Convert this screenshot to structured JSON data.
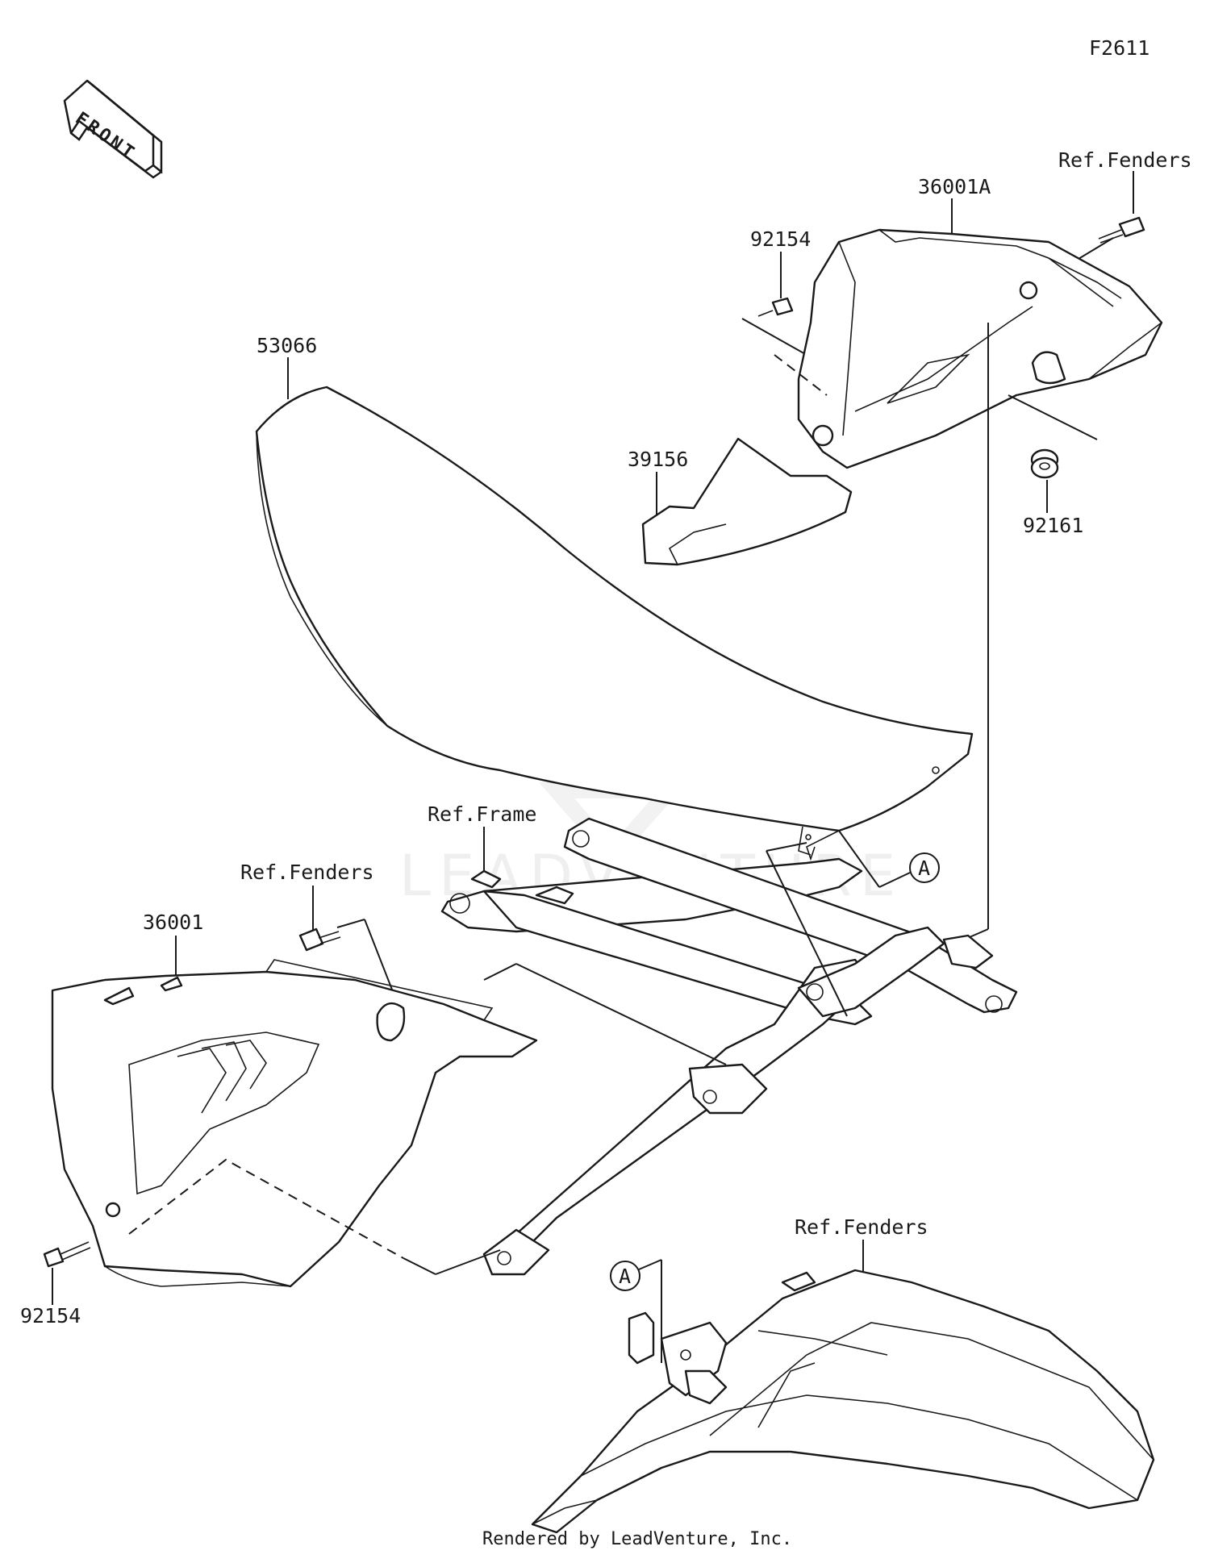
{
  "diagram_code": "F2611",
  "front_indicator": "FRONT",
  "watermark": "LEADVENTURE",
  "footer": "Rendered by LeadVenture, Inc.",
  "labels": {
    "ref_fenders_top": "Ref.Fenders",
    "part_36001A": "36001A",
    "part_92154_top": "92154",
    "part_53066": "53066",
    "part_39156": "39156",
    "part_92161": "92161",
    "ref_frame": "Ref.Frame",
    "ref_fenders_mid": "Ref.Fenders",
    "part_36001": "36001",
    "callout_a_top": "A",
    "part_92154_bottom": "92154",
    "ref_fenders_bottom": "Ref.Fenders",
    "callout_a_bottom": "A"
  },
  "icons": {
    "front_arrow": "front-arrow-icon",
    "bolt": "bolt-icon",
    "grommet": "grommet-icon"
  }
}
